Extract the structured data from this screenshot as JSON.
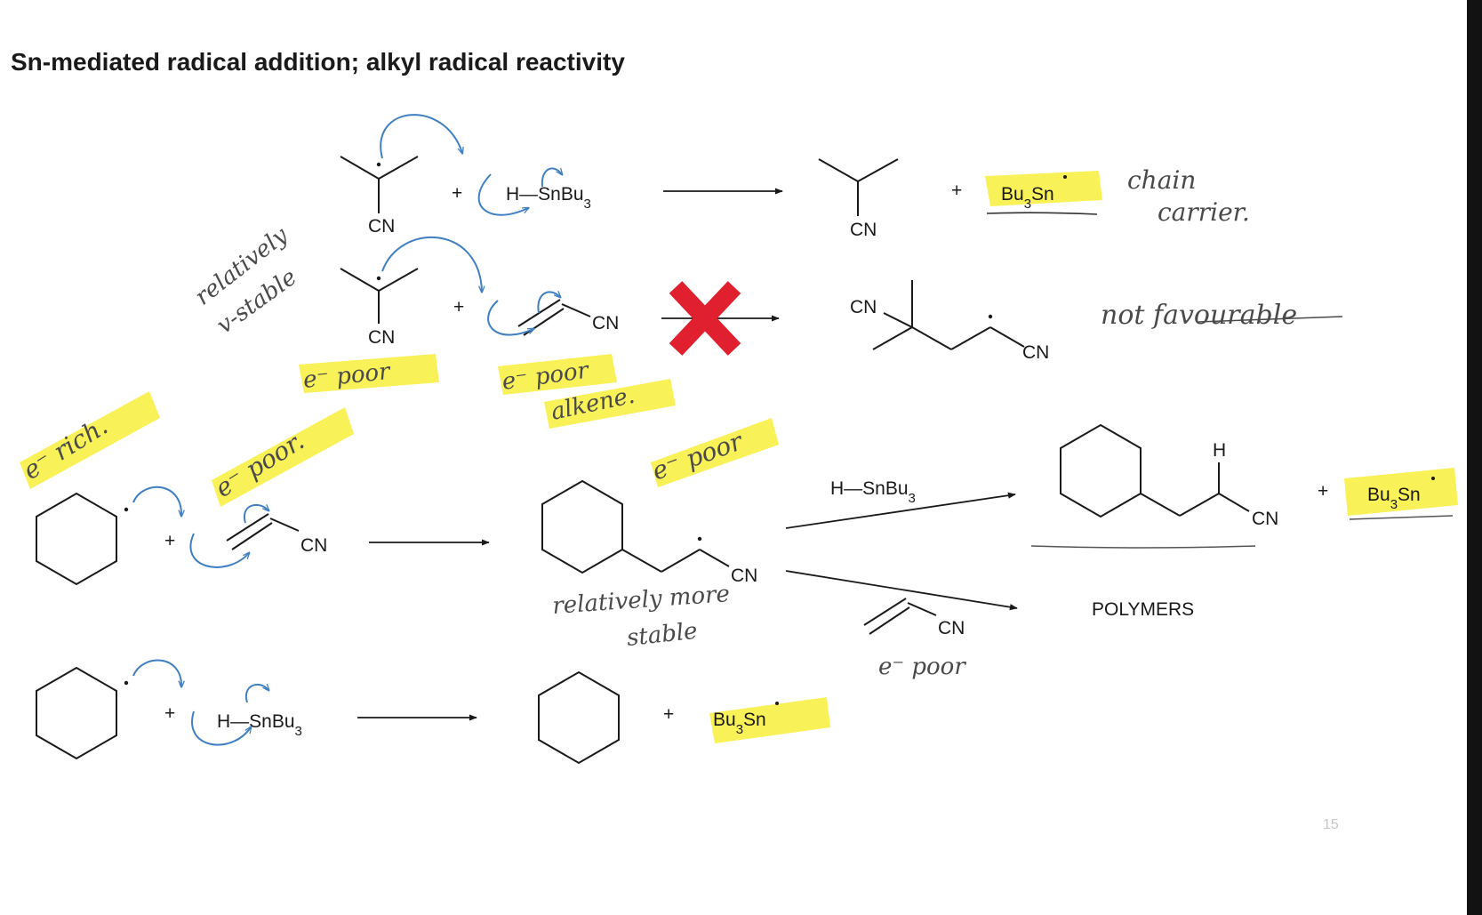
{
  "title": "Sn-mediated radical addition; alkyl radical reactivity",
  "page_number": "15",
  "labels": {
    "cn": "CN",
    "h": "H",
    "h_snbu3": "H—SnBu",
    "sub3": "3",
    "bu3sn_a": "Bu",
    "bu3sn_b": "Sn",
    "plus": "+",
    "polymers": "POLYMERS"
  },
  "annotations": {
    "chain_carrier_1": "chain",
    "chain_carrier_2": "carrier.",
    "relatively_stable_1": "relatively",
    "relatively_stable_2": "v-stable",
    "not_favourable": "not favourable",
    "e_poor_radical": "e⁻ poor",
    "e_poor_alkene_1": "e⁻ poor",
    "e_poor_alkene_2": "alkene.",
    "e_rich": "e⁻ rich.",
    "e_poor_acrylonitrile": "e⁻ poor.",
    "e_poor_product": "e⁻ poor",
    "rel_more_stable_1": "relatively more",
    "rel_more_stable_2": "stable",
    "e_poor_bottom": "e⁻ poor"
  },
  "colors": {
    "highlight": "#f7ef3a",
    "arrow_blue": "#3f7fc2",
    "cross_red": "#e0202e",
    "ink": "#1a1a1a",
    "sidebar": "#121212"
  }
}
